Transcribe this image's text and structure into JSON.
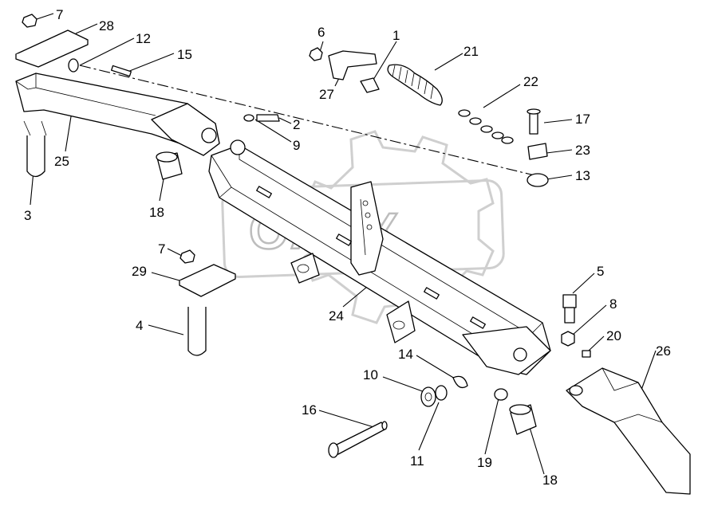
{
  "watermark": {
    "text": "OAEX"
  },
  "callouts": [
    {
      "label": "7"
    },
    {
      "label": "28"
    },
    {
      "label": "12"
    },
    {
      "label": "15"
    },
    {
      "label": "6"
    },
    {
      "label": "1"
    },
    {
      "label": "21"
    },
    {
      "label": "27"
    },
    {
      "label": "22"
    },
    {
      "label": "2"
    },
    {
      "label": "9"
    },
    {
      "label": "17"
    },
    {
      "label": "23"
    },
    {
      "label": "13"
    },
    {
      "label": "25"
    },
    {
      "label": "3"
    },
    {
      "label": "18"
    },
    {
      "label": "7"
    },
    {
      "label": "29"
    },
    {
      "label": "4"
    },
    {
      "label": "24"
    },
    {
      "label": "5"
    },
    {
      "label": "8"
    },
    {
      "label": "20"
    },
    {
      "label": "26"
    },
    {
      "label": "14"
    },
    {
      "label": "10"
    },
    {
      "label": "16"
    },
    {
      "label": "11"
    },
    {
      "label": "19"
    },
    {
      "label": "18"
    }
  ]
}
